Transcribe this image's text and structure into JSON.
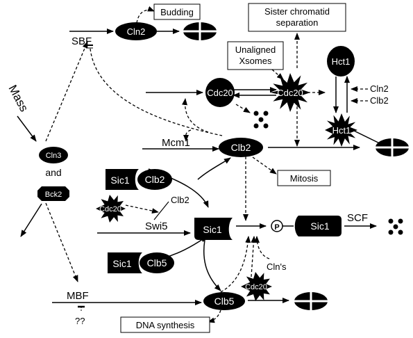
{
  "nodes": {
    "mass": "Mass",
    "sbf": "SBF",
    "cln2": "Cln2",
    "budding": "Budding",
    "sister": "Sister chromatid separation",
    "unaligned": "Unaligned Xsomes",
    "hct1_top": "Hct1",
    "hct1_bottom": "Hct1",
    "cdc20_left": "Cdc20",
    "cdc20_star": "Cdc20",
    "cdc20_small": "Cdc20",
    "cdc20_bottom": "Cdc20",
    "cln2_inhib": "Cln2",
    "clb2_inhib": "Clb2",
    "cln3": "Cln3",
    "and": "and",
    "bck2": "Bck2",
    "mcm1": "Mcm1",
    "clb2": "Clb2",
    "mitosis": "Mitosis",
    "sic1_a": "Sic1",
    "clb2_a": "Clb2",
    "clb2_swi5": "Clb2",
    "swi5": "Swi5",
    "sic1": "Sic1",
    "p": "P",
    "sic1_p": "Sic1",
    "scf": "SCF",
    "sic1_b": "Sic1",
    "clb5_b": "Clb5",
    "clns": "Cln's",
    "mbf": "MBF",
    "clb5": "Clb5",
    "qq": "??",
    "dna": "DNA synthesis"
  }
}
